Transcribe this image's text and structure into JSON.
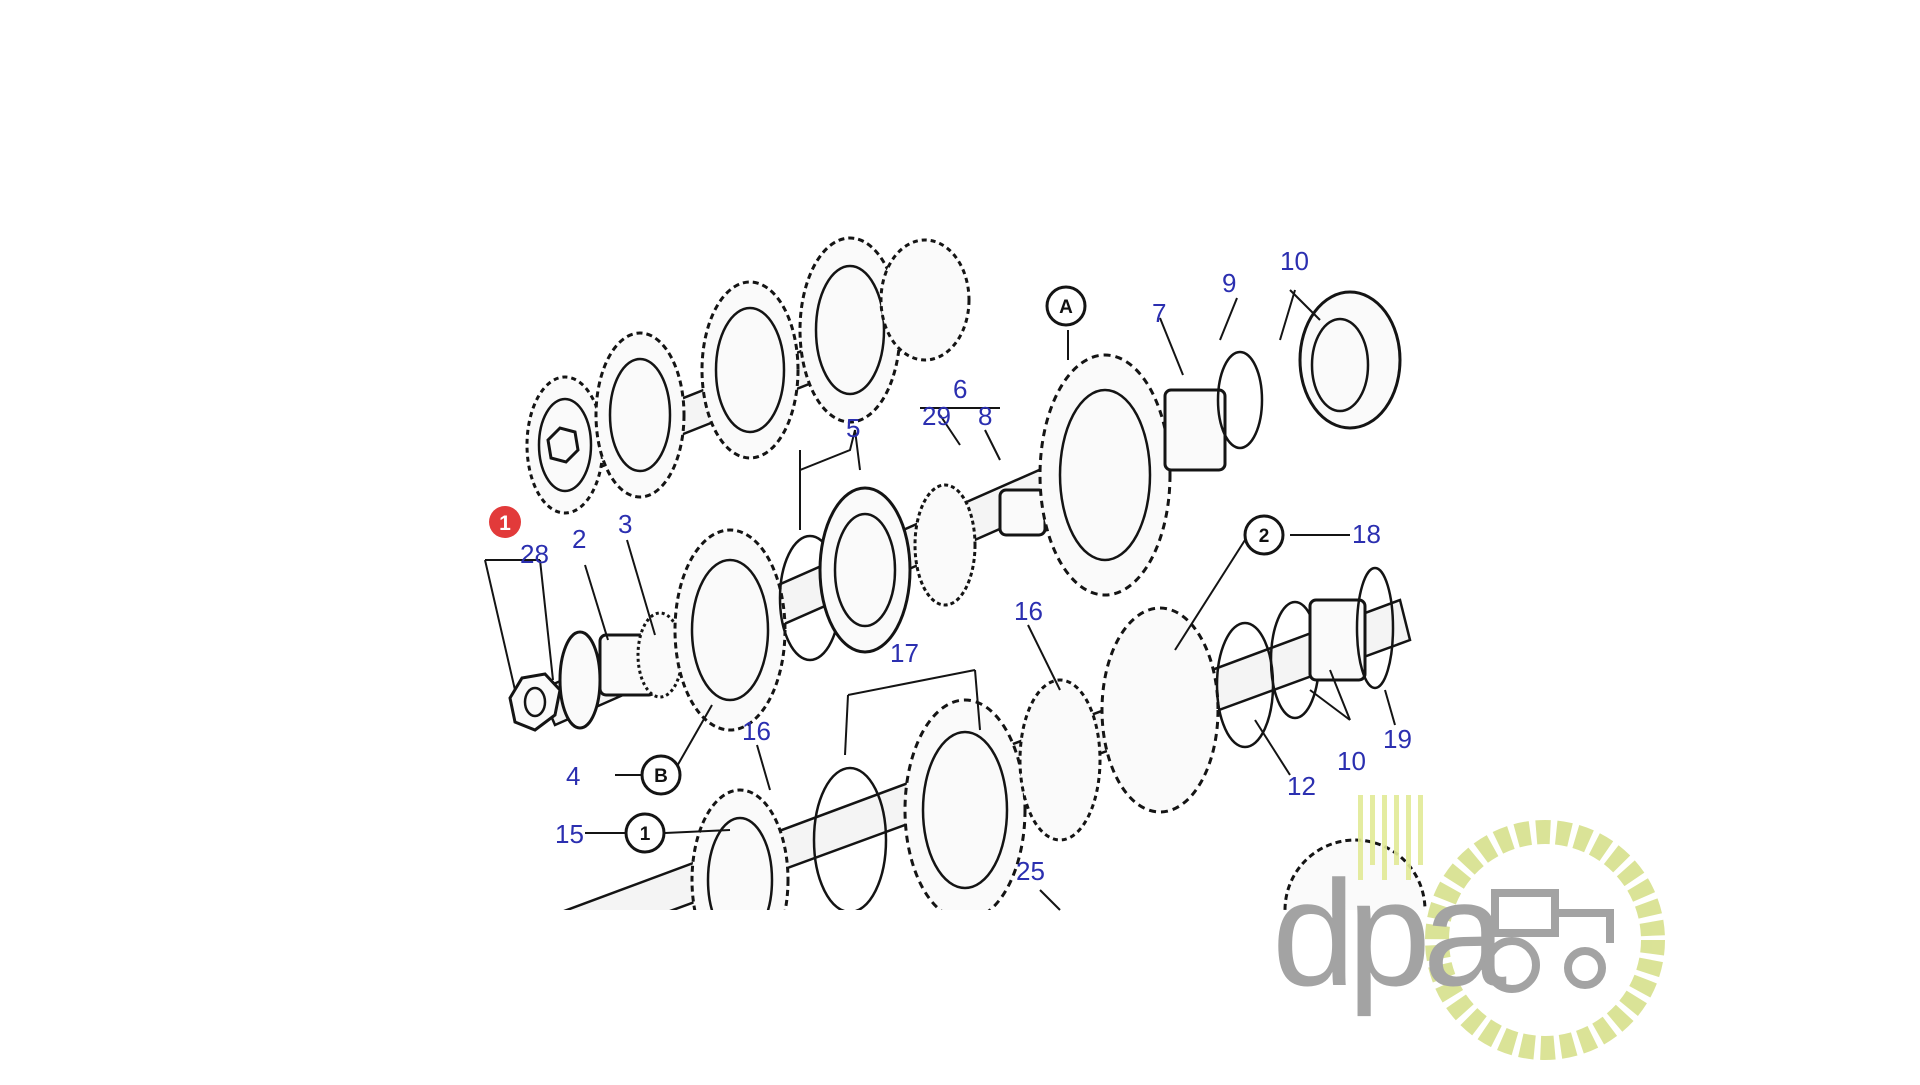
{
  "callouts": {
    "c1": "1",
    "c2": "2",
    "c3": "3",
    "c4": "4",
    "c5": "5",
    "c6": "6",
    "c7": "7",
    "c8": "8",
    "c9": "9",
    "c10a": "10",
    "c10b": "10",
    "c12": "12",
    "c15": "15",
    "c16a": "16",
    "c16b": "16",
    "c17": "17",
    "c18": "18",
    "c19": "19",
    "c25": "25",
    "c28": "28",
    "c29": "29"
  },
  "circle_labels": {
    "A": "A",
    "B": "B",
    "one": "1",
    "two": "2"
  },
  "marker": {
    "label": "1",
    "color": "#e23a3a"
  },
  "colors": {
    "callout_text": "#2b2fb0",
    "line_art": "#141414",
    "logo_text": "#9a9a9a",
    "logo_ring": "#d7e08c"
  },
  "logo": {
    "text": "dpa",
    "icon": "tractor-icon"
  }
}
